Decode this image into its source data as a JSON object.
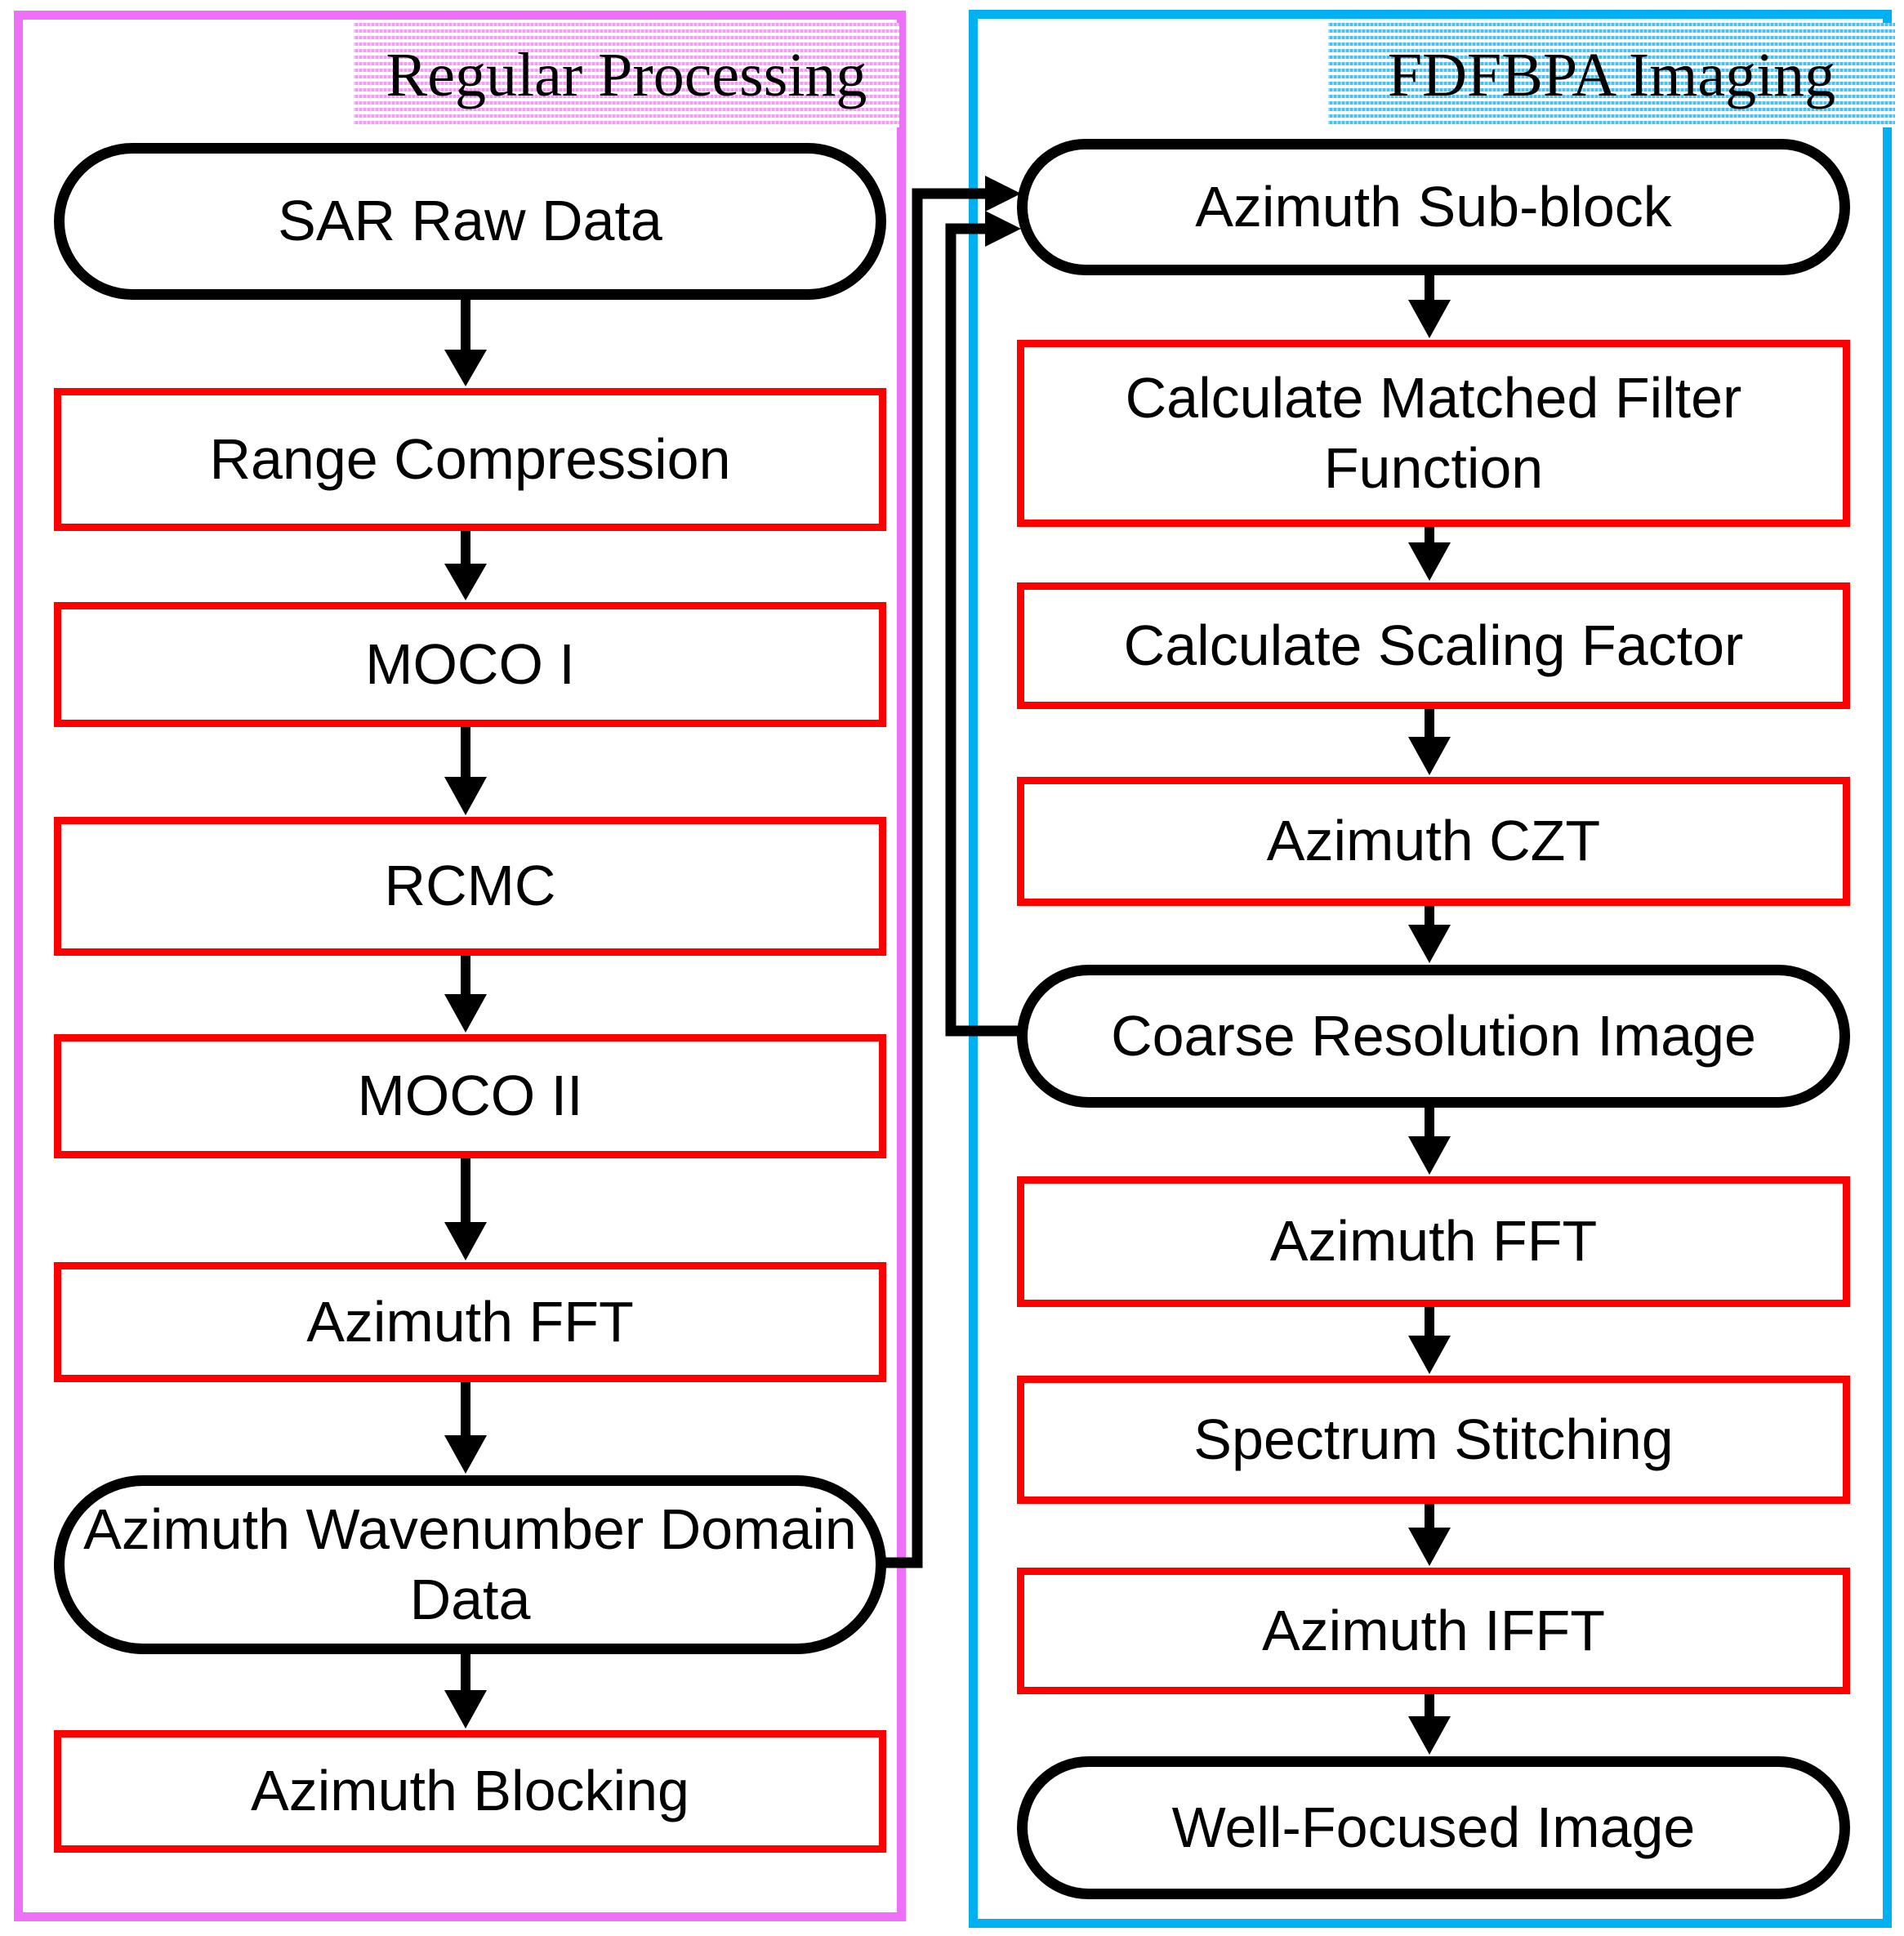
{
  "figure": {
    "type": "flowchart",
    "description": "SAR data processing flowchart with two panels: regular processing chain feeding an FDFBPA imaging chain"
  },
  "colors": {
    "left-accent": "#ee70f8",
    "right-accent": "#00b0f0",
    "process-red": "#ff0000",
    "line-black": "#000000",
    "pink-stripe": "#f49bf4",
    "cyan-stripe": "#49c2f1"
  },
  "panels": {
    "left": {
      "title": "Regular Processing",
      "nodes": [
        {
          "label": "SAR Raw Data",
          "type": "terminal"
        },
        {
          "label": "Range Compression",
          "type": "process"
        },
        {
          "label": "MOCO I",
          "type": "process"
        },
        {
          "label": "RCMC",
          "type": "process"
        },
        {
          "label": "MOCO II",
          "type": "process"
        },
        {
          "label": "Azimuth FFT",
          "type": "process"
        },
        {
          "label": "Azimuth Wavenumber Domain Data",
          "type": "terminal"
        },
        {
          "label": "Azimuth Blocking",
          "type": "process"
        }
      ]
    },
    "right": {
      "title": "FDFBPA Imaging",
      "nodes": [
        {
          "label": "Azimuth Sub-block",
          "type": "terminal"
        },
        {
          "label": "Calculate Matched Filter Function",
          "type": "process"
        },
        {
          "label": "Calculate Scaling Factor",
          "type": "process"
        },
        {
          "label": "Azimuth CZT",
          "type": "process"
        },
        {
          "label": "Coarse Resolution Image",
          "type": "terminal"
        },
        {
          "label": "Azimuth FFT",
          "type": "process"
        },
        {
          "label": "Spectrum Stitching",
          "type": "process"
        },
        {
          "label": "Azimuth IFFT",
          "type": "process"
        },
        {
          "label": "Well-Focused Image",
          "type": "terminal"
        }
      ]
    }
  },
  "connections": [
    {
      "from": "SAR Raw Data",
      "to": "Range Compression"
    },
    {
      "from": "Range Compression",
      "to": "MOCO I"
    },
    {
      "from": "MOCO I",
      "to": "RCMC"
    },
    {
      "from": "RCMC",
      "to": "MOCO II"
    },
    {
      "from": "MOCO II",
      "to": "Azimuth FFT"
    },
    {
      "from": "Azimuth FFT",
      "to": "Azimuth Wavenumber Domain Data"
    },
    {
      "from": "Azimuth Wavenumber Domain Data",
      "to": "Azimuth Blocking"
    },
    {
      "from": "Azimuth Wavenumber Domain Data",
      "to": "Azimuth Sub-block"
    },
    {
      "from": "Azimuth Sub-block",
      "to": "Calculate Matched Filter Function"
    },
    {
      "from": "Calculate Matched Filter Function",
      "to": "Calculate Scaling Factor"
    },
    {
      "from": "Calculate Scaling Factor",
      "to": "Azimuth CZT"
    },
    {
      "from": "Azimuth CZT",
      "to": "Coarse Resolution Image"
    },
    {
      "from": "Coarse Resolution Image",
      "to": "Azimuth Sub-block"
    },
    {
      "from": "Coarse Resolution Image",
      "to": "Azimuth FFT"
    },
    {
      "from": "Azimuth FFT",
      "to": "Spectrum Stitching"
    },
    {
      "from": "Spectrum Stitching",
      "to": "Azimuth IFFT"
    },
    {
      "from": "Azimuth IFFT",
      "to": "Well-Focused Image"
    }
  ]
}
